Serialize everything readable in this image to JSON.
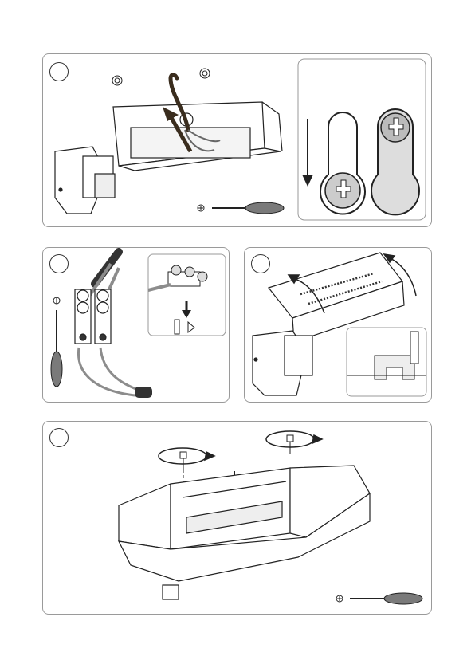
{
  "document": {
    "title": "",
    "steps": [
      {
        "id": "step-1",
        "tool": "phillips-screwdriver-icon",
        "inset": "keyhole-slot-detail"
      },
      {
        "id": "step-2",
        "tool": "flathead-screwdriver-icon",
        "inset": "terminal-block-detail"
      },
      {
        "id": "step-3",
        "tool": "",
        "inset": "hook-clip-detail"
      },
      {
        "id": "step-4",
        "tool": "phillips-screwdriver-icon",
        "inset": ""
      }
    ]
  },
  "colors": {
    "line": "#222222",
    "arrow_dark": "#3a2d1e",
    "cable_grey": "#8c8c8c",
    "handle_grey": "#7a7a7a",
    "panel_border": "#9a9a9a"
  }
}
